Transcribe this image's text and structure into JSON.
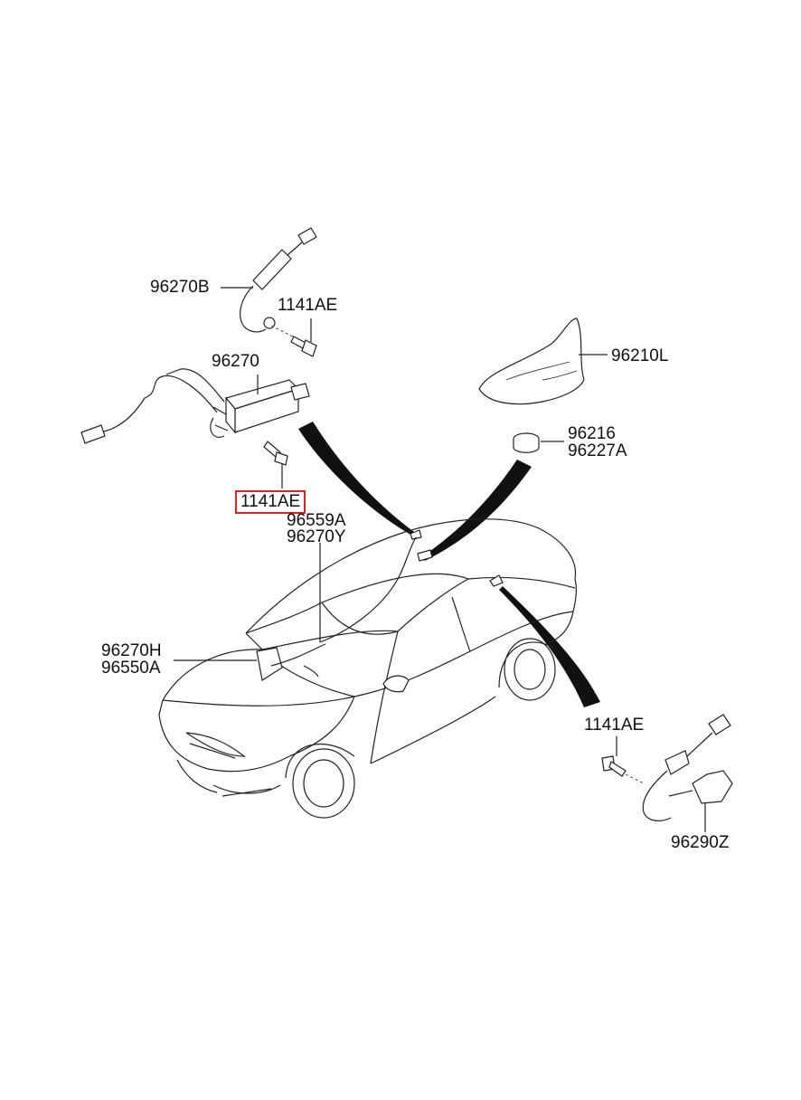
{
  "labels": {
    "p96270B": "96270B",
    "p1141AE_top": "1141AE",
    "p96270": "96270",
    "p1141AE_selected": "1141AE",
    "p96559A": "96559A",
    "p96270Y": "96270Y",
    "p96210L": "96210L",
    "p96216": "96216",
    "p96227A": "96227A",
    "p96270H": "96270H",
    "p96550A": "96550A",
    "p1141AE_right": "1141AE",
    "p96290Z": "96290Z"
  },
  "colors": {
    "line": "#222222",
    "highlight": "#e02020"
  }
}
